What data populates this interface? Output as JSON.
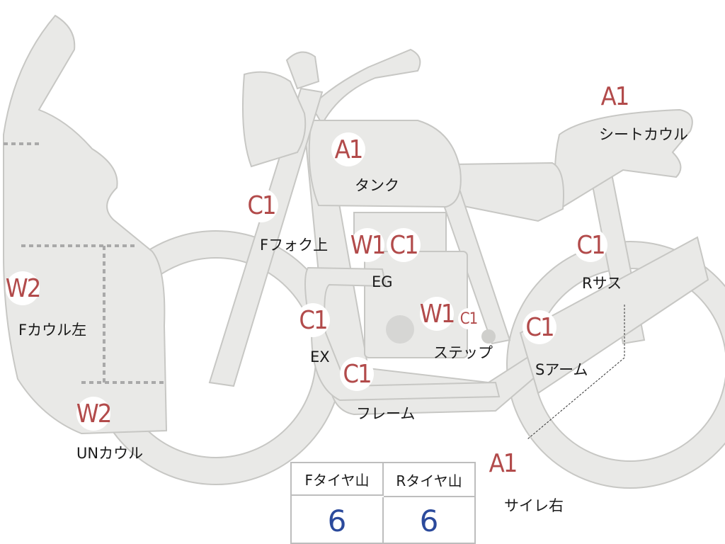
{
  "parts": [
    {
      "name": "tank",
      "grade": "A1",
      "label": "タンク"
    },
    {
      "name": "seat-cowl",
      "grade": "A1",
      "label": "シートカウル"
    },
    {
      "name": "front-fork-upper",
      "grade": "C1",
      "label": "Fフォク上"
    },
    {
      "name": "engine",
      "grades": [
        "W1",
        "C1"
      ],
      "label": "EG"
    },
    {
      "name": "rear-suspension",
      "grade": "C1",
      "label": "Rサス"
    },
    {
      "name": "front-cowl-left",
      "grade": "W2",
      "label": "Fカウル左"
    },
    {
      "name": "exhaust",
      "grade": "C1",
      "label": "EX"
    },
    {
      "name": "step",
      "grades": [
        "W1",
        "C1"
      ],
      "label": "ステップ"
    },
    {
      "name": "swing-arm",
      "grade": "C1",
      "label": "Sアーム"
    },
    {
      "name": "frame",
      "grade": "C1",
      "label": "フレーム"
    },
    {
      "name": "under-cowl",
      "grade": "W2",
      "label": "UNカウル"
    },
    {
      "name": "silencer-right",
      "grade": "A1",
      "label": "サイレ右"
    }
  ],
  "tread": {
    "front_label": "Fタイヤ山",
    "rear_label": "Rタイヤ山",
    "front_value": "6",
    "rear_value": "6"
  },
  "colors": {
    "grade_text": "#b24b4b",
    "tread_value": "#2b4a9c",
    "body_fill": "#e9e9e7"
  }
}
